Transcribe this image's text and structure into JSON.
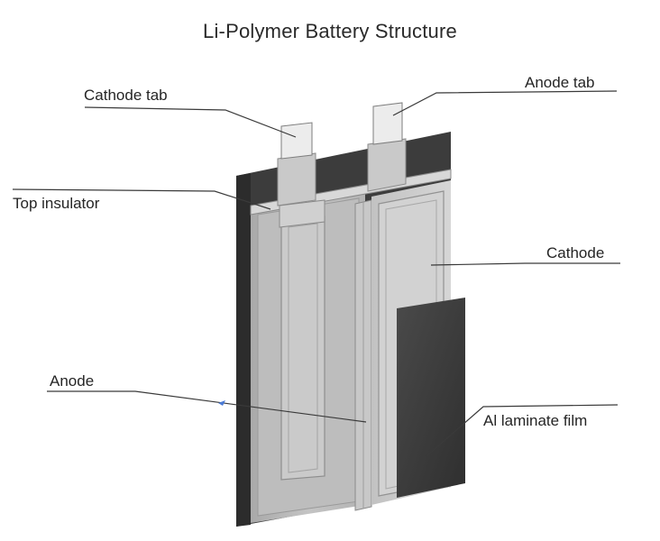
{
  "title": "Li-Polymer Battery Structure",
  "labels": {
    "cathode_tab": "Cathode tab",
    "anode_tab": "Anode tab",
    "top_insulator": "Top insulator",
    "cathode": "Cathode",
    "anode": "Anode",
    "al_laminate_film": "Al laminate film"
  },
  "colors": {
    "al_film_dark": "#3e3e3e",
    "cell_body": "#b9b9b9",
    "cell_light": "#cfcfcf",
    "tab": "#e6e6e6",
    "leader_line": "#3a3a3a"
  }
}
